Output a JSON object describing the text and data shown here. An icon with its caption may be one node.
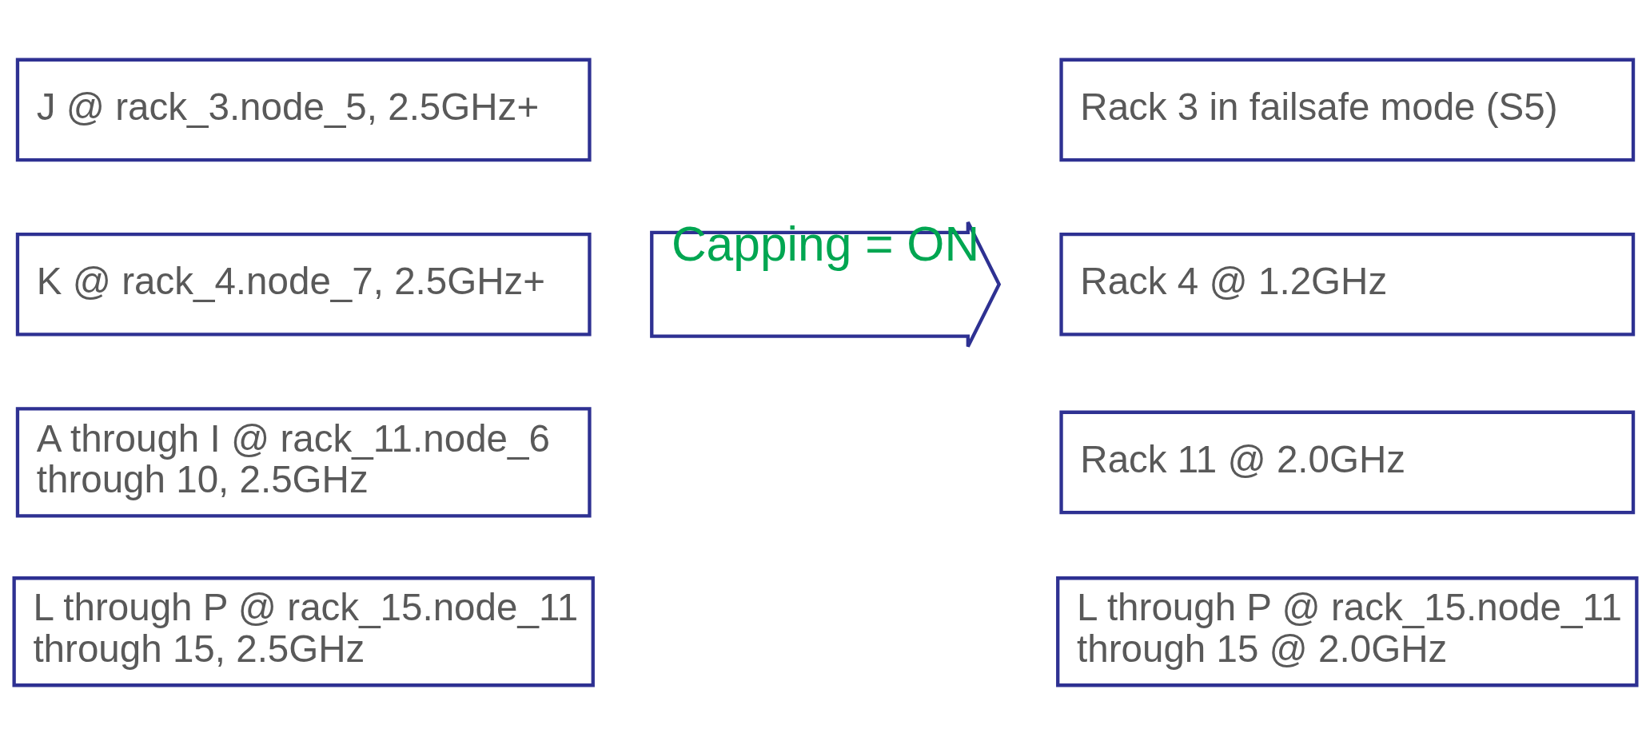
{
  "diagram": {
    "nodes": [
      {
        "text": [
          "J @ rack_3.node_5, 2.5GHz+"
        ]
      },
      {
        "text": [
          "K @ rack_4.node_7, 2.5GHz+"
        ]
      },
      {
        "text": [
          "A through I @ rack_11.node_6 through 10, 2.5GHz"
        ]
      },
      {
        "text": [
          "L through P @ rack_15.node_11 through 15, 2.5GHz"
        ]
      },
      {
        "text": [
          "Capping = ON"
        ]
      },
      {
        "text": [
          "Rack 3 in failsafe mode (S5)"
        ]
      },
      {
        "text": [
          "Rack 4 @ 1.2GHz"
        ]
      },
      {
        "text": [
          "Rack 11 @ 2.0GHz"
        ]
      },
      {
        "text": [
          "L through P @ rack_15.node_11 through 15 @ 2.0GHz"
        ]
      }
    ]
  }
}
